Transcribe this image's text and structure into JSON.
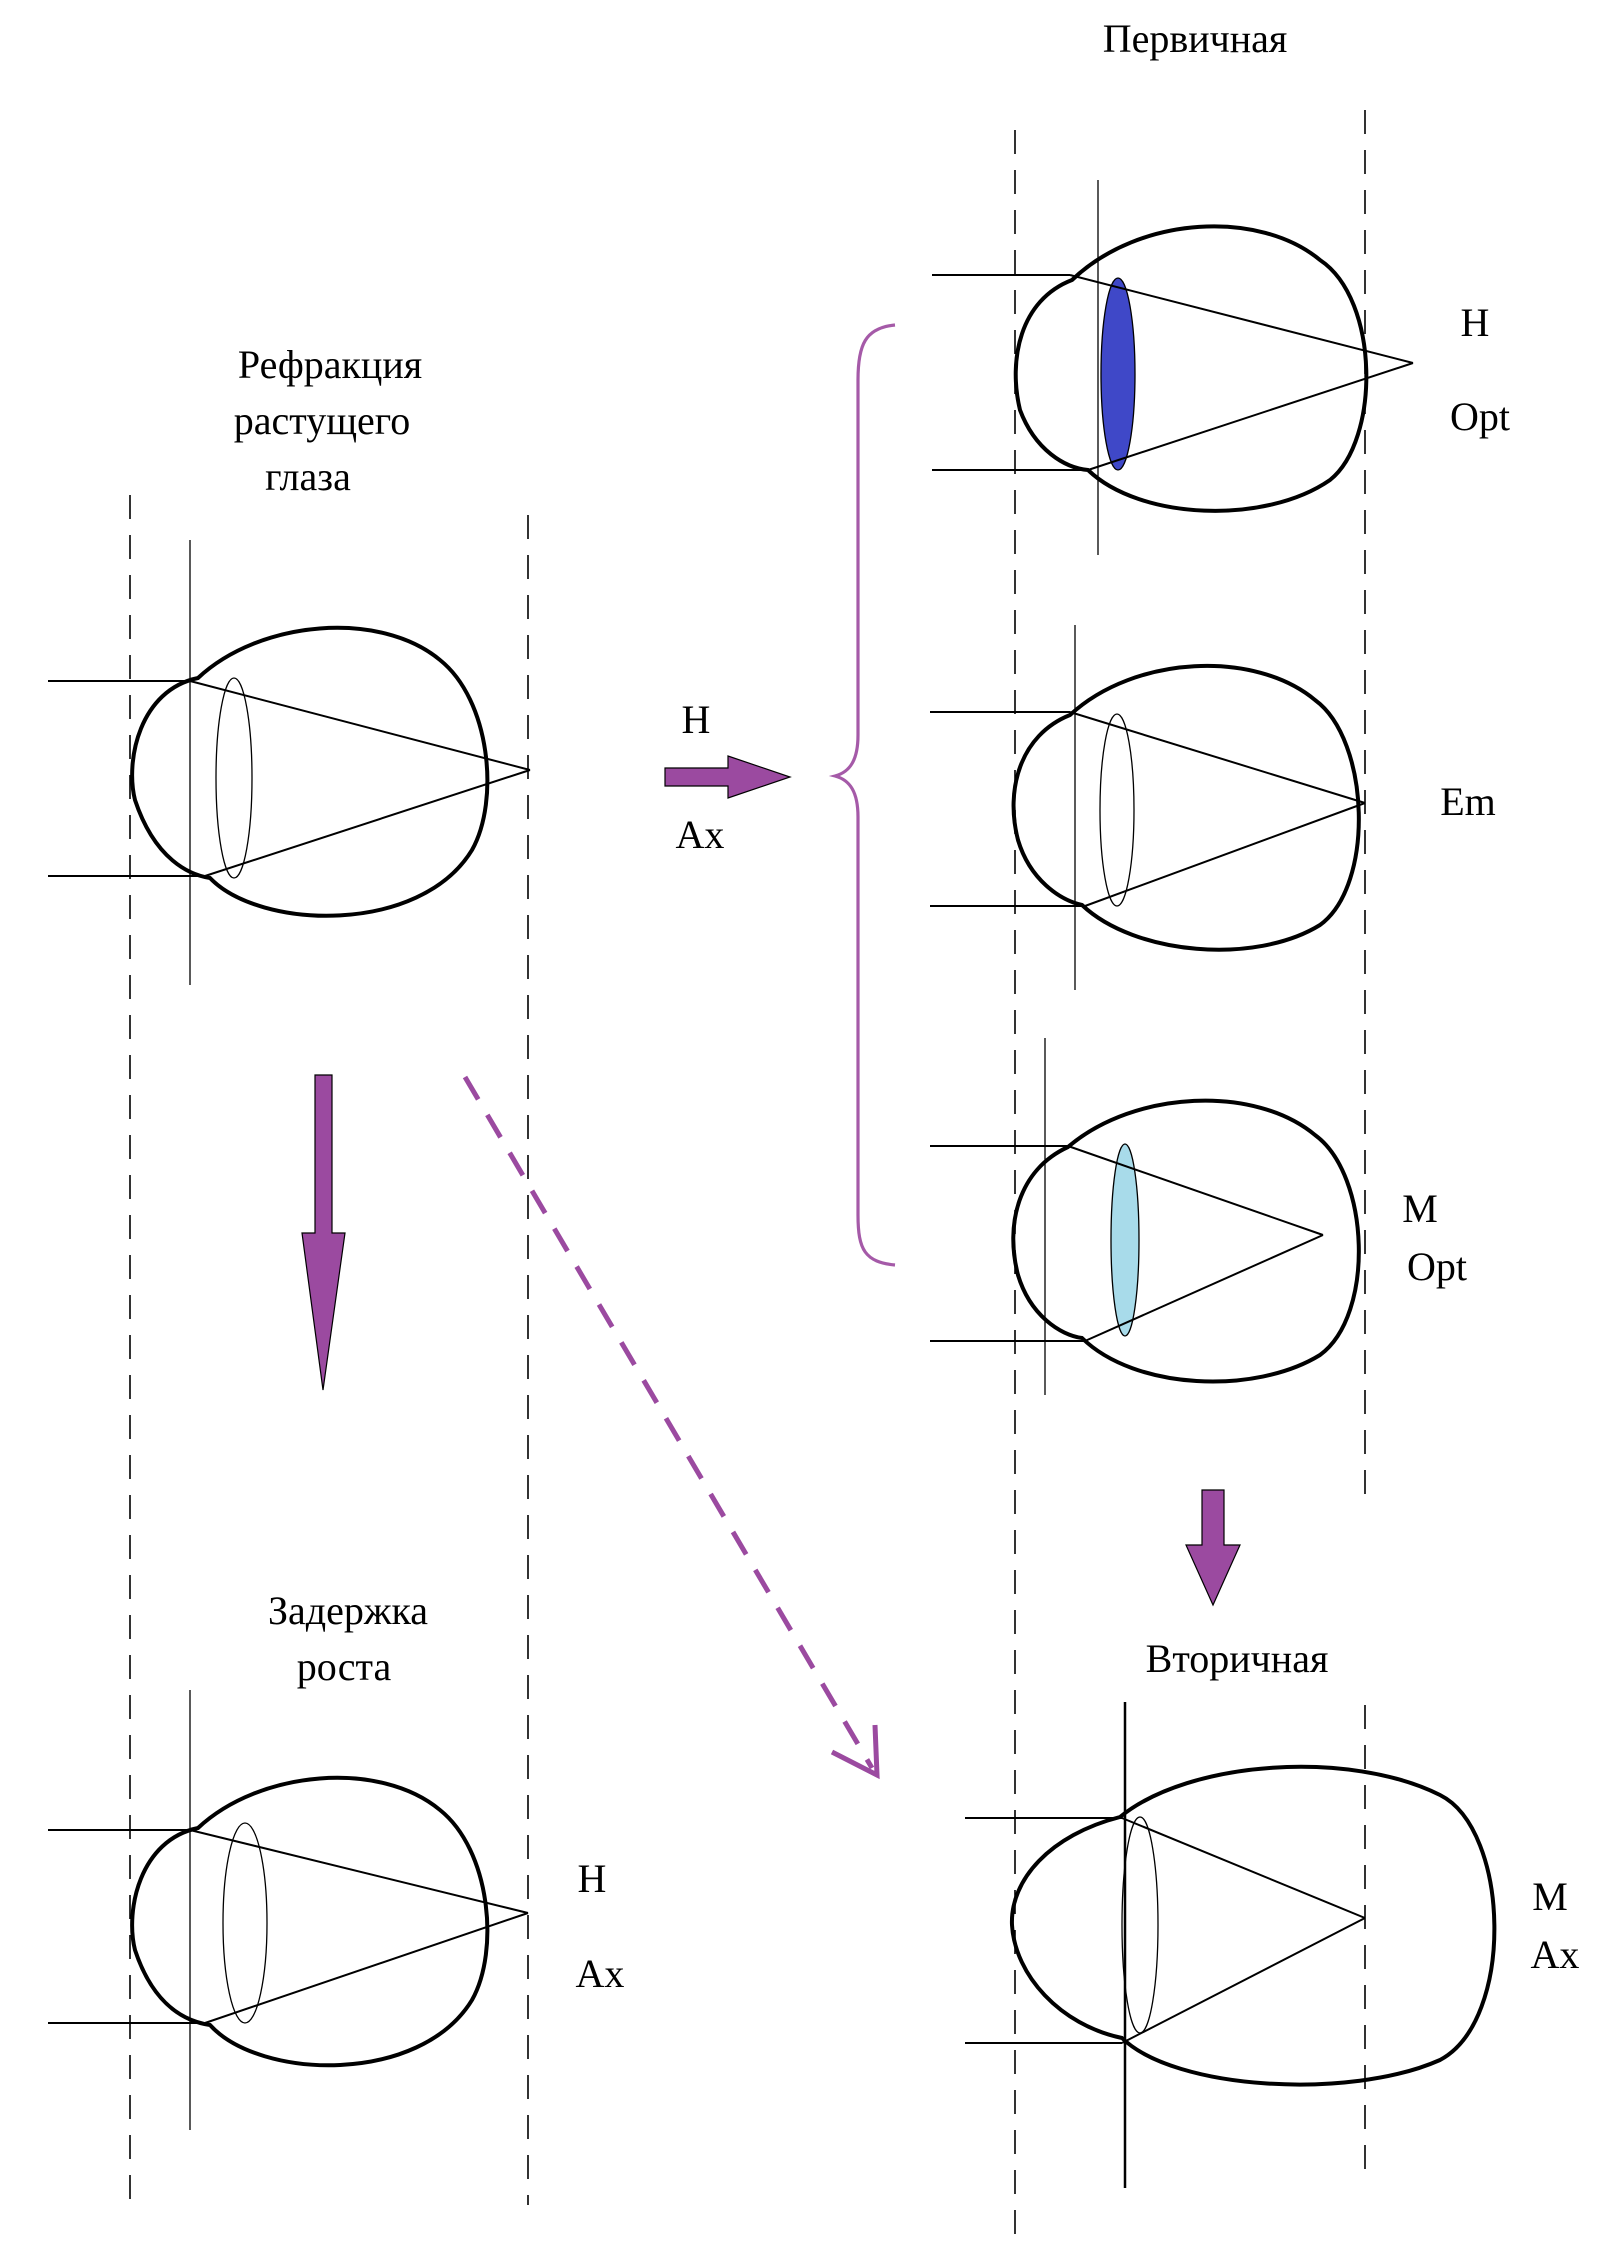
{
  "labels": {
    "primary": "Первичная",
    "growing_eye": [
      "Рефракция",
      "растущего",
      "глаза"
    ],
    "growth_delay": [
      "Задержка",
      "роста"
    ],
    "secondary": "Вторичная",
    "arrow_h": "H",
    "arrow_ax": "Ax",
    "eye_h_opt": [
      "H",
      "Opt"
    ],
    "eye_em": "Em",
    "eye_m_opt": [
      "M",
      "Opt"
    ],
    "eye_h_ax": [
      "H",
      "Ax"
    ],
    "eye_m_ax": [
      "M",
      "Ax"
    ]
  },
  "colors": {
    "arrow": "#9b4aa0",
    "brace": "#a55aa8",
    "lens_hyperopic": "#3f48c8",
    "lens_myopic": "#a8dbea",
    "line": "#000000"
  }
}
